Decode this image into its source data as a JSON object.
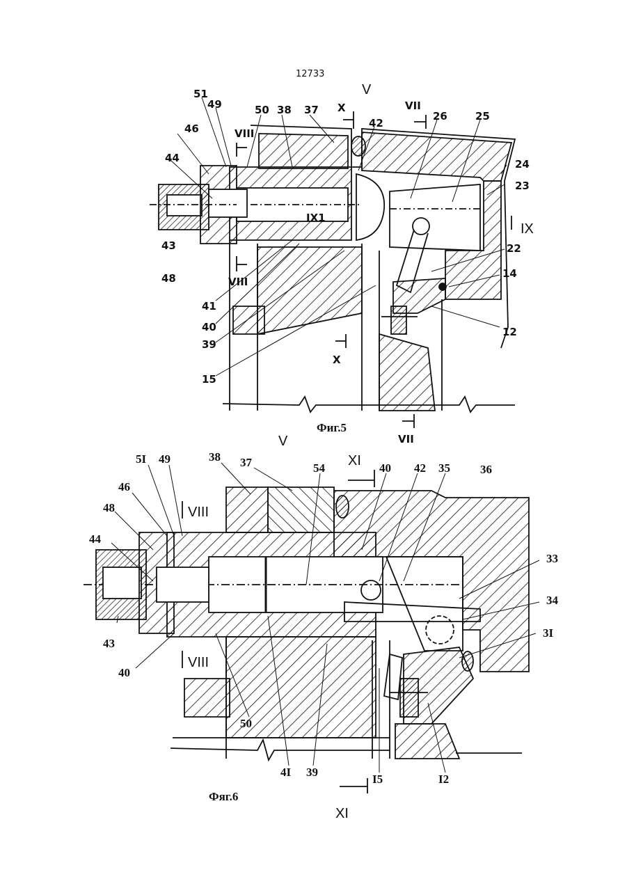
{
  "page_number": "12733",
  "fig5": {
    "caption": "Фиг.5",
    "view_label": "V",
    "sections": {
      "X_top": "X",
      "VII_top": "VII",
      "VIII_top": "VIII",
      "VIII_bottom": "VIII",
      "IX": "IX",
      "IX1": "IX1",
      "X_bottom": "X",
      "VII_bottom": "VII"
    },
    "callouts": [
      "51",
      "49",
      "50",
      "38",
      "37",
      "42",
      "26",
      "25",
      "24",
      "23",
      "46",
      "44",
      "43",
      "48",
      "41",
      "40",
      "39",
      "15",
      "14",
      "22",
      "12"
    ]
  },
  "fig6": {
    "caption": "Фяг.6",
    "view_label": "V",
    "sections": {
      "XI_top": "XI",
      "XI_bottom": "XI",
      "VIII_top": "VIII",
      "VIII_bottom": "VIII"
    },
    "callouts": [
      "5I",
      "49",
      "38",
      "37",
      "54",
      "40",
      "42",
      "35",
      "36",
      "46",
      "48",
      "44",
      "43",
      "40",
      "50",
      "4I",
      "39",
      "I5",
      "I2",
      "33",
      "34",
      "3I"
    ]
  },
  "colors": {
    "ink": "#111111",
    "paper": "#ffffff"
  }
}
